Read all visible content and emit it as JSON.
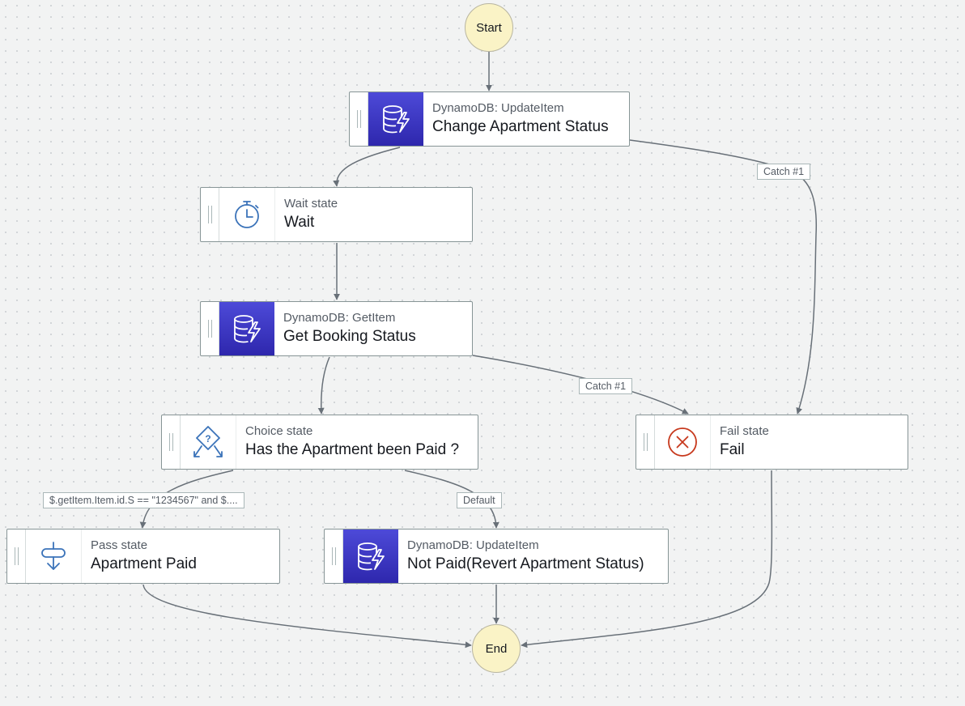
{
  "start": {
    "label": "Start"
  },
  "end": {
    "label": "End"
  },
  "states": [
    {
      "id": "change-apartment-status",
      "type": "DynamoDB: UpdateItem",
      "name": "Change Apartment Status",
      "icon": "dynamodb-icon"
    },
    {
      "id": "wait",
      "type": "Wait state",
      "name": "Wait",
      "icon": "stopwatch-icon"
    },
    {
      "id": "get-booking-status",
      "type": "DynamoDB: GetItem",
      "name": "Get Booking Status",
      "icon": "dynamodb-icon"
    },
    {
      "id": "choice",
      "type": "Choice state",
      "name": "Has the Apartment been Paid ?",
      "icon": "choice-icon"
    },
    {
      "id": "fail",
      "type": "Fail state",
      "name": "Fail",
      "icon": "fail-x-icon"
    },
    {
      "id": "apartment-paid",
      "type": "Pass state",
      "name": "Apartment Paid",
      "icon": "pass-icon"
    },
    {
      "id": "not-paid",
      "type": "DynamoDB: UpdateItem",
      "name": "Not Paid(Revert Apartment Status)",
      "icon": "dynamodb-icon"
    }
  ],
  "edge_labels": {
    "catch1_a": "Catch #1",
    "catch1_b": "Catch #1",
    "choice_rule": "$.getItem.Item.id.S == \"1234567\" and $....",
    "default": "Default"
  },
  "colors": {
    "terminal_fill": "#faf3c6",
    "dynamodb_gradient_top": "#4d4ad8",
    "dynamodb_gradient_bottom": "#2e27ad",
    "icon_blue": "#3b73b9",
    "fail_red": "#c7381c",
    "edge": "#687078"
  }
}
